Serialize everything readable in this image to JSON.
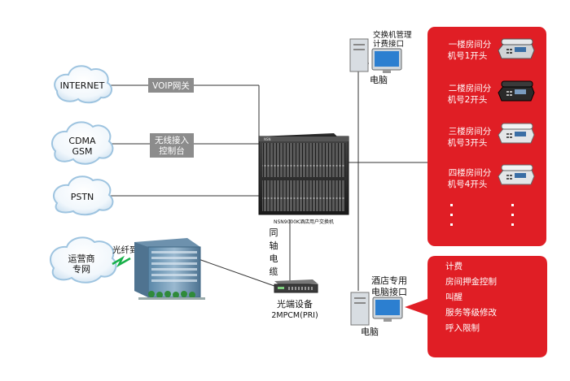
{
  "clouds": {
    "internet": "INTERNET",
    "cdma_line1": "CDMA",
    "cdma_line2": "GSM",
    "pstn": "PSTN",
    "operator_line1": "运营商",
    "operator_line2": "专网"
  },
  "gateways": {
    "voip": "VOIP网关",
    "wireless_line1": "无线接入",
    "wireless_line2": "控制台"
  },
  "switch": {
    "label": "NSN9000K酒店用户交换机"
  },
  "fiber": {
    "fiber_label": "光纤到户",
    "coax_chars": [
      "同",
      "轴",
      "电",
      "缆"
    ],
    "device_label": "光端设备",
    "device_sublabel": "2MPCM(PRI)"
  },
  "computers": {
    "top_note_line1": "交换机管理",
    "top_note_line2": "计费接口",
    "top_label": "电脑",
    "bottom_note_line1": "酒店专用",
    "bottom_note_line2": "电脑接口",
    "bottom_label": "电脑"
  },
  "extensions": [
    {
      "line1": "一楼房间分",
      "line2": "机号1开头"
    },
    {
      "line1": "二楼房间分",
      "line2": "机号2开头"
    },
    {
      "line1": "三楼房间分",
      "line2": "机号3开头"
    },
    {
      "line1": "四楼房间分",
      "line2": "机号4开头"
    }
  ],
  "features": [
    "计费",
    "房间押金控制",
    "叫醒",
    "服务等级修改",
    "呼入限制"
  ],
  "colors": {
    "panel_red": "#e01e25",
    "gateway_gray": "#8c8c8c",
    "cloud_edge": "#9ec4e0",
    "line": "#333333"
  }
}
